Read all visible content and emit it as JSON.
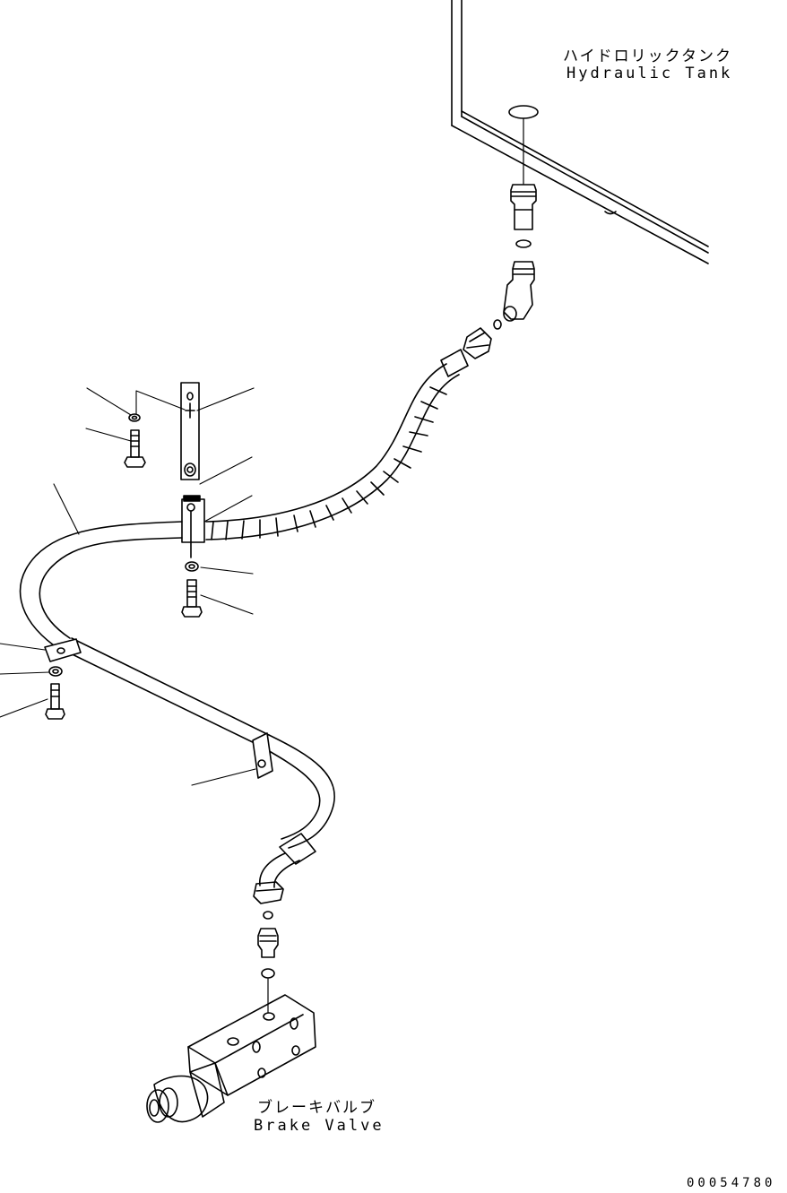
{
  "labels": {
    "hydraulic_tank_jp": "ハイドロリックタンク",
    "hydraulic_tank_en": "Hydraulic Tank",
    "brake_valve_jp": "ブレーキバルブ",
    "brake_valve_en": "Brake Valve"
  },
  "drawing_number": "00054780"
}
